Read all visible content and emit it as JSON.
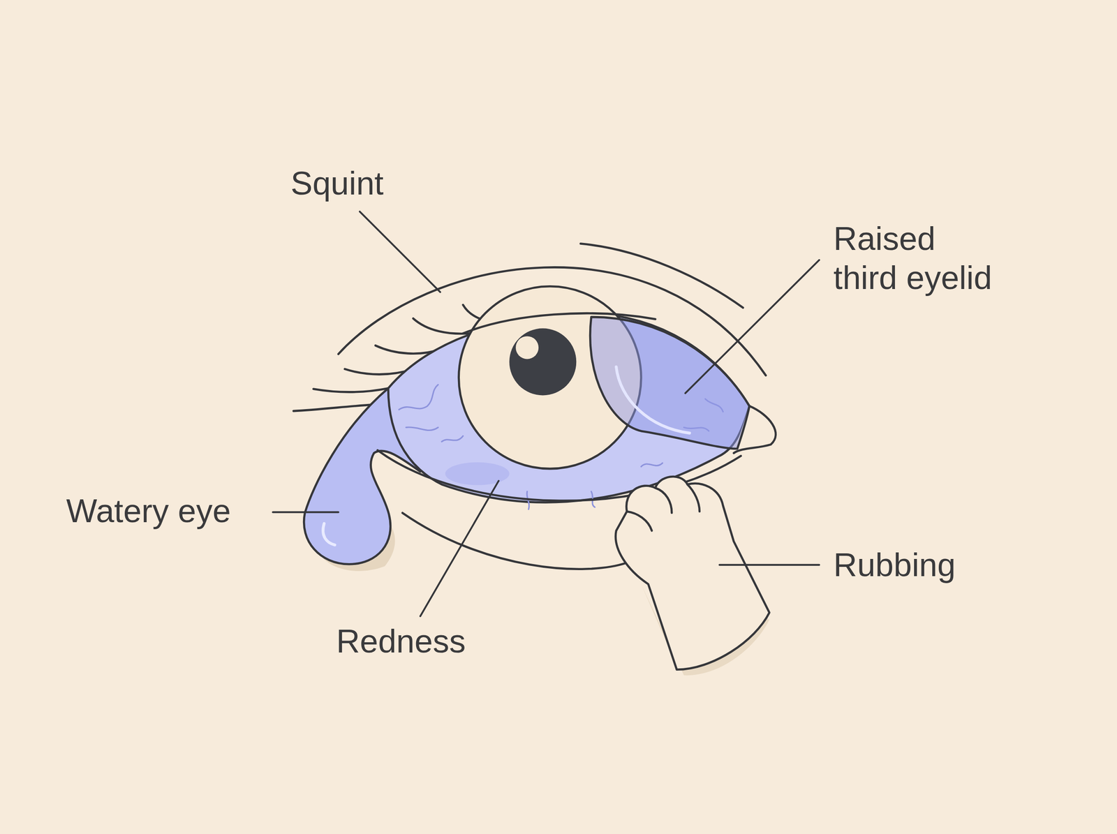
{
  "diagram": {
    "labels": [
      "Squint",
      "Raised third eyelid",
      "Watery eye",
      "Redness",
      "Rubbing"
    ]
  }
}
